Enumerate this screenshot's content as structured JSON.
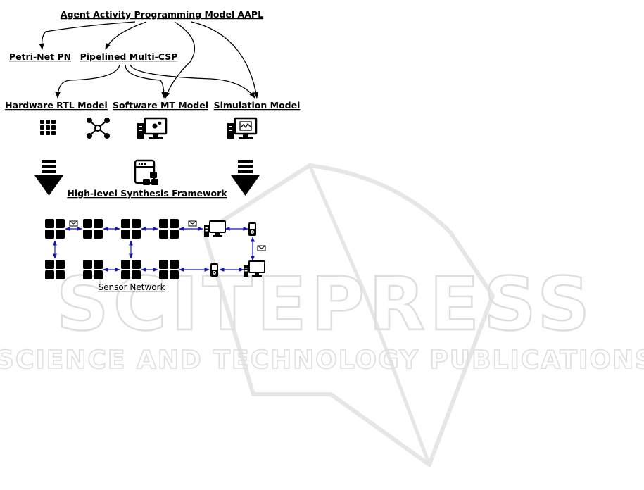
{
  "watermark": {
    "title": "SCITEPRESS",
    "subtitle": "SCIENCE AND TECHNOLOGY PUBLICATIONS"
  },
  "diagram": {
    "top_label": "Agent Activity Programming Model AAPL",
    "petri_label": "Petri-Net PN",
    "csp_label": "Pipelined Multi-CSP",
    "hw_label": "Hardware RTL Model",
    "sw_label": "Software MT Model",
    "sim_label": "Simulation Model",
    "hls_label": "High-level Synthesis Framework",
    "sensor_label": "Sensor Network"
  },
  "colors": {
    "ink": "#000000",
    "link": "#1414b4",
    "watermark": "#dedede"
  },
  "icons": [
    "grid-icon",
    "network-icon",
    "computer-gear-icon",
    "computer-chart-icon",
    "window-modules-icon",
    "down-arrow-icon",
    "mail-icon",
    "phone-icon"
  ]
}
